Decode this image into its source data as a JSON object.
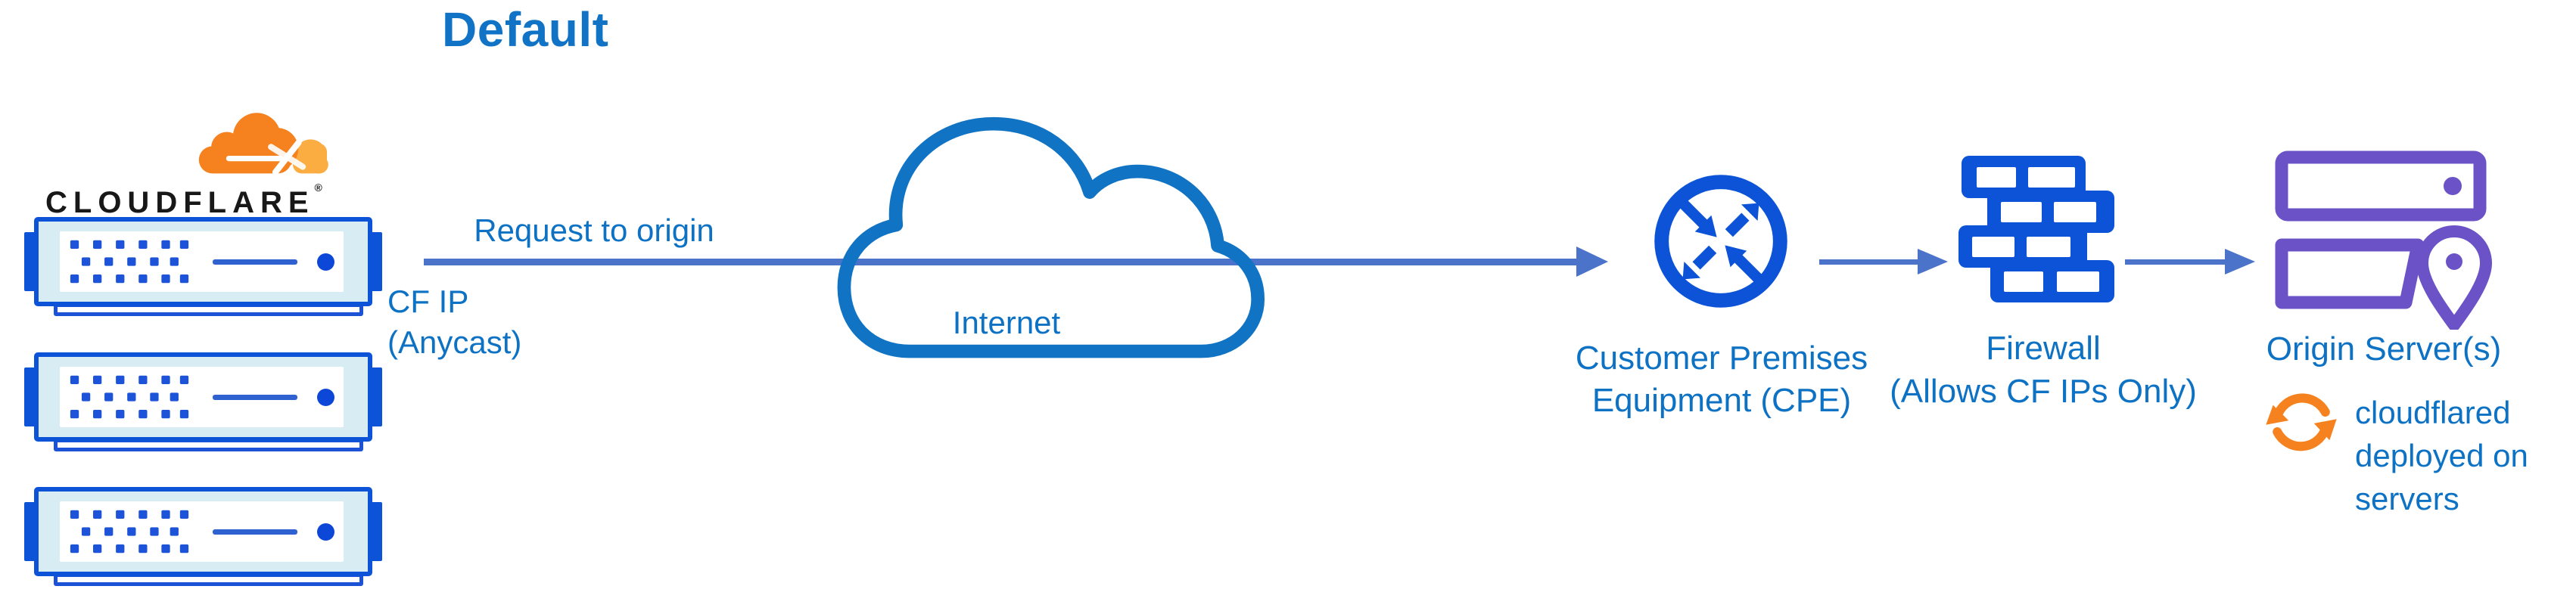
{
  "title": "Default",
  "logo": {
    "wordmark": "CLOUDFLARE",
    "registered_mark": "®"
  },
  "flow": {
    "request_label": "Request to origin",
    "cf_ip_lines": [
      "CF IP",
      "(Anycast)"
    ],
    "internet_label": "Internet",
    "cpe_label_lines": [
      "Customer Premises",
      "Equipment (CPE)"
    ],
    "firewall_label_lines": [
      "Firewall",
      "(Allows CF IPs Only)"
    ],
    "origin_label": "Origin Server(s)",
    "cloudflared_lines": [
      "cloudflared",
      "deployed on",
      "servers"
    ]
  },
  "icons": {
    "cloudflare_logo": "cloudflare-cloud-icon",
    "edge_servers": "server-stack-icon",
    "internet": "internet-cloud-icon",
    "cpe": "router-arrows-icon",
    "firewall": "brick-wall-icon",
    "origin": "origin-servers-pin-icon",
    "cloudflared": "sync-arrows-icon"
  },
  "colors": {
    "title_blue": "#1173c5",
    "label_blue": "#0e72c4",
    "icon_blue": "#0d53d8",
    "connector_blue": "#4a73c9",
    "server_band_light": "#d8ecf4",
    "origin_purple": "#6b52c7",
    "cloudflare_orange": "#f6821f",
    "cloudflare_orange_light": "#fbad41",
    "wordmark_black": "#181818"
  }
}
